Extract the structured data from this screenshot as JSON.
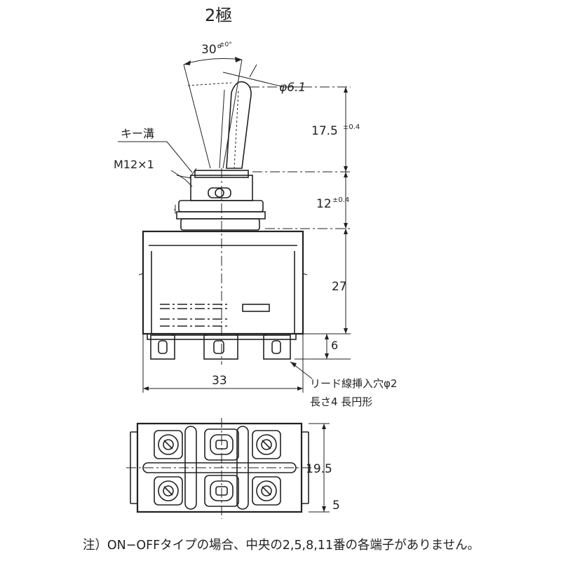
{
  "title": "2極",
  "angle": {
    "value": "30°",
    "tolerance": "±0°"
  },
  "diameter": "φ6.1",
  "key_groove": "キー溝",
  "thread": "M12×1",
  "dim_17_5": {
    "value": "17.5",
    "tolerance": "±0.4"
  },
  "dim_12": {
    "value": "12",
    "tolerance": "±0.4"
  },
  "dim_27": "27",
  "dim_6": "6",
  "dim_33": "33",
  "lead_hole": [
    "リード線挿入穴φ2",
    "長さ4 長円形"
  ],
  "dim_19_5": "19.5",
  "dim_5": "5",
  "note": "注）ON−OFFタイプの場合、中央の2,5,8,11番の各端子がありません。"
}
